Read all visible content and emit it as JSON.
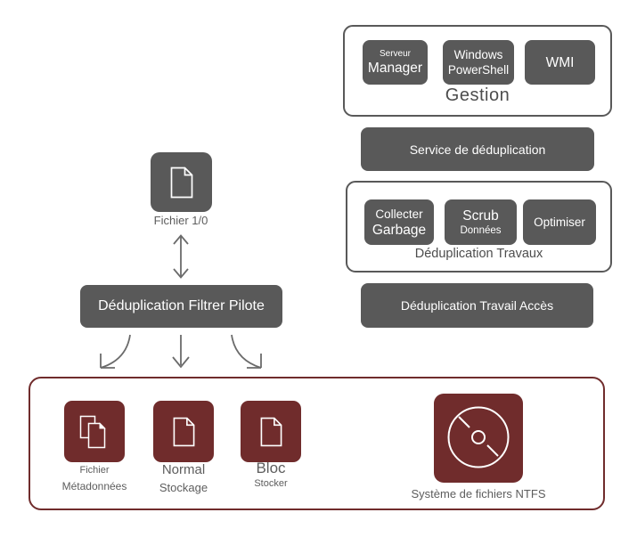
{
  "palette": {
    "node_dark": "#595959",
    "maroon": "#702c2c",
    "label_gray": "#5d5d5d",
    "group_label_gray": "#4d4d4d",
    "arrow_gray": "#6b6b6b"
  },
  "gestion": {
    "label": "Gestion",
    "buttons": [
      {
        "line1": "Serveur",
        "line2": "Manager"
      },
      {
        "line1": "Windows",
        "line2": "PowerShell"
      },
      {
        "label": "WMI"
      }
    ]
  },
  "service": {
    "label": "Service de déduplication"
  },
  "travaux": {
    "label": "Déduplication Travaux",
    "buttons": [
      {
        "line1": "Collecter",
        "line2": "Garbage"
      },
      {
        "line1": "Scrub",
        "line2": "Données"
      },
      {
        "label": "Optimiser"
      }
    ]
  },
  "acces": {
    "label": "Déduplication Travail Accès"
  },
  "fichier_io": {
    "label": "Fichier 1/0",
    "icon": "document-icon"
  },
  "filtre": {
    "label": "Déduplication Filtrer Pilote"
  },
  "arrows": {
    "bidirectional": "bidirectional-arrow-icon",
    "fanout": "fanout-arrows-icon"
  },
  "stockage": {
    "items": [
      {
        "line1": "Fichier",
        "line2": "Métadonnées",
        "icon": "documents-copy-icon"
      },
      {
        "line1": "Normal",
        "line2": "Stockage",
        "icon": "document-icon"
      },
      {
        "line1": "Bloc",
        "line2": "Stocker",
        "icon": "document-icon"
      }
    ],
    "ntfs": {
      "label": "Système de fichiers NTFS",
      "icon": "disk-icon"
    }
  }
}
